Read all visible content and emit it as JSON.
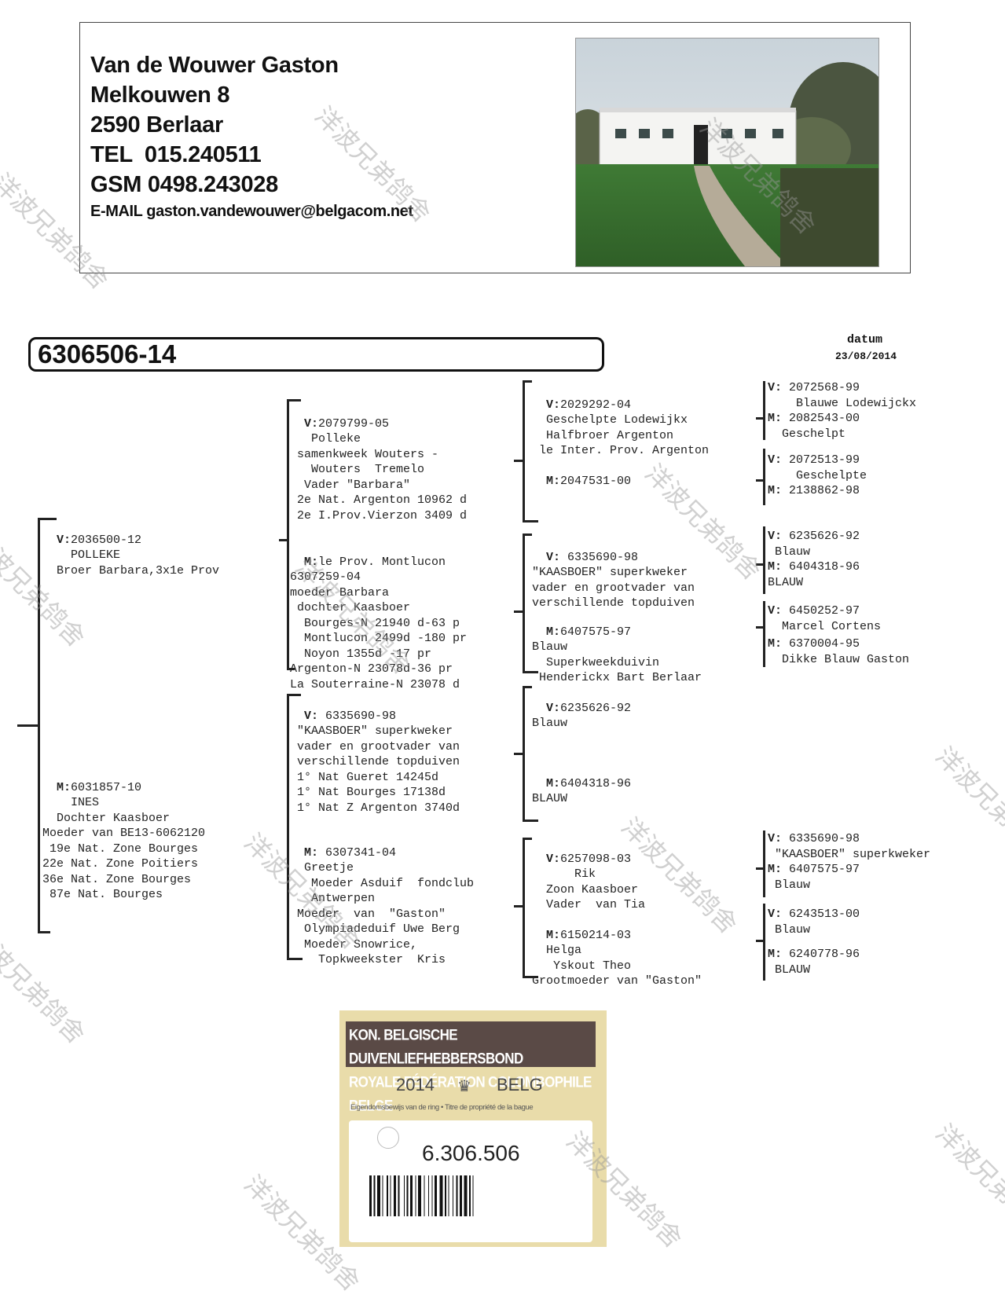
{
  "breeder": {
    "name": "Van de Wouwer Gaston",
    "street": "Melkouwen 8",
    "city": "2590 Berlaar",
    "tel": "TEL  015.240511",
    "gsm": "GSM 0498.243028",
    "email": "E-MAIL gaston.vandewouwer@belgacom.net"
  },
  "ring_number": "6306506-14",
  "datum": {
    "label": "datum",
    "value": "23/08/2014"
  },
  "gen1": {
    "sire": {
      "marker": "V:",
      "lines": [
        "2036500-12",
        "    POLLEKE",
        "  Broer Barbara,3x1e Prov"
      ]
    },
    "dam": {
      "marker": "M:",
      "lines": [
        "6031857-10",
        "    INES",
        "  Dochter Kaasboer",
        "Moeder van BE13-6062120",
        " 19e Nat. Zone Bourges",
        "22e Nat. Zone Poitiers",
        "36e Nat. Zone Bourges",
        " 87e Nat. Bourges"
      ]
    }
  },
  "gen2": {
    "ss": {
      "marker": "V:",
      "lines": [
        "2079799-05",
        "   Polleke",
        " samenkweek Wouters -",
        "   Wouters  Tremelo",
        "  Vader \"Barbara\"",
        " 2e Nat. Argenton 10962 d",
        " 2e I.Prov.Vierzon 3409 d"
      ]
    },
    "sd": {
      "marker": "M:",
      "lines": [
        "le Prov. Montlucon",
        "6307259-04",
        "moeder Barbara",
        " dochter Kaasboer",
        "  Bourges-N 21940 d-63 p",
        "  Montlucon 2499d -180 pr",
        "  Noyon 1355d -17 pr",
        "Argenton-N 23078d-36 pr",
        "La Souterraine-N 23078 d"
      ]
    },
    "ds": {
      "marker": "V:",
      "lines": [
        " 6335690-98",
        " \"KAASBOER\" superkweker",
        " vader en grootvader van",
        " verschillende topduiven",
        " 1° Nat Gueret 14245d",
        " 1° Nat Bourges 17138d",
        " 1° Nat Z Argenton 3740d"
      ]
    },
    "dd": {
      "marker": "M:",
      "lines": [
        " 6307341-04",
        "  Greetje",
        "   Moeder Asduif  fondclub",
        "   Antwerpen",
        " Moeder  van  \"Gaston\"",
        "  Olympiadeduif Uwe Berg",
        "  Moeder Snowrice,",
        "    Topkweekster  Kris"
      ]
    }
  },
  "gen3": {
    "sss": {
      "marker": "V:",
      "lines": [
        "2029292-04",
        "  Geschelpte Lodewijkx",
        "  Halfbroer Argenton",
        " le Inter. Prov. Argenton"
      ]
    },
    "ssd": {
      "marker": "M:",
      "lines": [
        "2047531-00"
      ]
    },
    "sds": {
      "marker": "V:",
      "lines": [
        " 6335690-98",
        "\"KAASBOER\" superkweker",
        "vader en grootvader van",
        "verschillende topduiven"
      ]
    },
    "sdd": {
      "marker": "M:",
      "lines": [
        "6407575-97",
        "Blauw",
        "  Superkweekduivin",
        " Henderickx Bart Berlaar"
      ]
    },
    "dss": {
      "marker": "V:",
      "lines": [
        "6235626-92",
        "Blauw"
      ]
    },
    "dsd": {
      "marker": "M:",
      "lines": [
        "6404318-96",
        "BLAUW"
      ]
    },
    "dds": {
      "marker": "V:",
      "lines": [
        "6257098-03",
        "      Rik",
        "  Zoon Kaasboer",
        "  Vader  van Tia"
      ]
    },
    "ddd": {
      "marker": "M:",
      "lines": [
        "6150214-03",
        "  Helga",
        "   Yskout Theo",
        "Grootmoeder van \"Gaston\""
      ]
    }
  },
  "gen4": [
    {
      "marker": "V:",
      "lines": [
        " 2072568-99",
        "    Blauwe Lodewijckx"
      ]
    },
    {
      "marker": "M:",
      "lines": [
        " 2082543-00",
        "  Geschelpt"
      ]
    },
    {
      "marker": "V:",
      "lines": [
        " 2072513-99",
        "    Geschelpte"
      ]
    },
    {
      "marker": "M:",
      "lines": [
        " 2138862-98"
      ]
    },
    {
      "marker": "V:",
      "lines": [
        " 6235626-92",
        " Blauw"
      ]
    },
    {
      "marker": "M:",
      "lines": [
        " 6404318-96",
        "BLAUW"
      ]
    },
    {
      "marker": "V:",
      "lines": [
        " 6450252-97",
        "  Marcel Cortens"
      ]
    },
    {
      "marker": "M:",
      "lines": [
        " 6370004-95",
        "  Dikke Blauw Gaston"
      ]
    },
    {
      "marker": "V:",
      "lines": [
        " 6335690-98",
        " \"KAASBOER\" superkweker"
      ]
    },
    {
      "marker": "M:",
      "lines": [
        " 6407575-97",
        " Blauw"
      ]
    },
    {
      "marker": "V:",
      "lines": [
        " 6243513-00",
        " Blauw"
      ]
    },
    {
      "marker": "M:",
      "lines": [
        " 6240778-96",
        " BLAUW"
      ]
    }
  ],
  "stamp": {
    "line1": "KON. BELGISCHE DUIVENLIEFHEBBERSBOND",
    "line2": "ROYALE FÉDÉRATION COLOMBOPHILE BELGE",
    "year": "2014",
    "country": "BELG",
    "subtitle": "Eigendomsbewijs van de ring • Titre de propriété de la bague",
    "ring": "6.306.506"
  },
  "watermark": "洋波兄弟鸽舍",
  "colors": {
    "stamp_bg": "#e9dcaa",
    "stamp_header": "#5a4a46"
  }
}
